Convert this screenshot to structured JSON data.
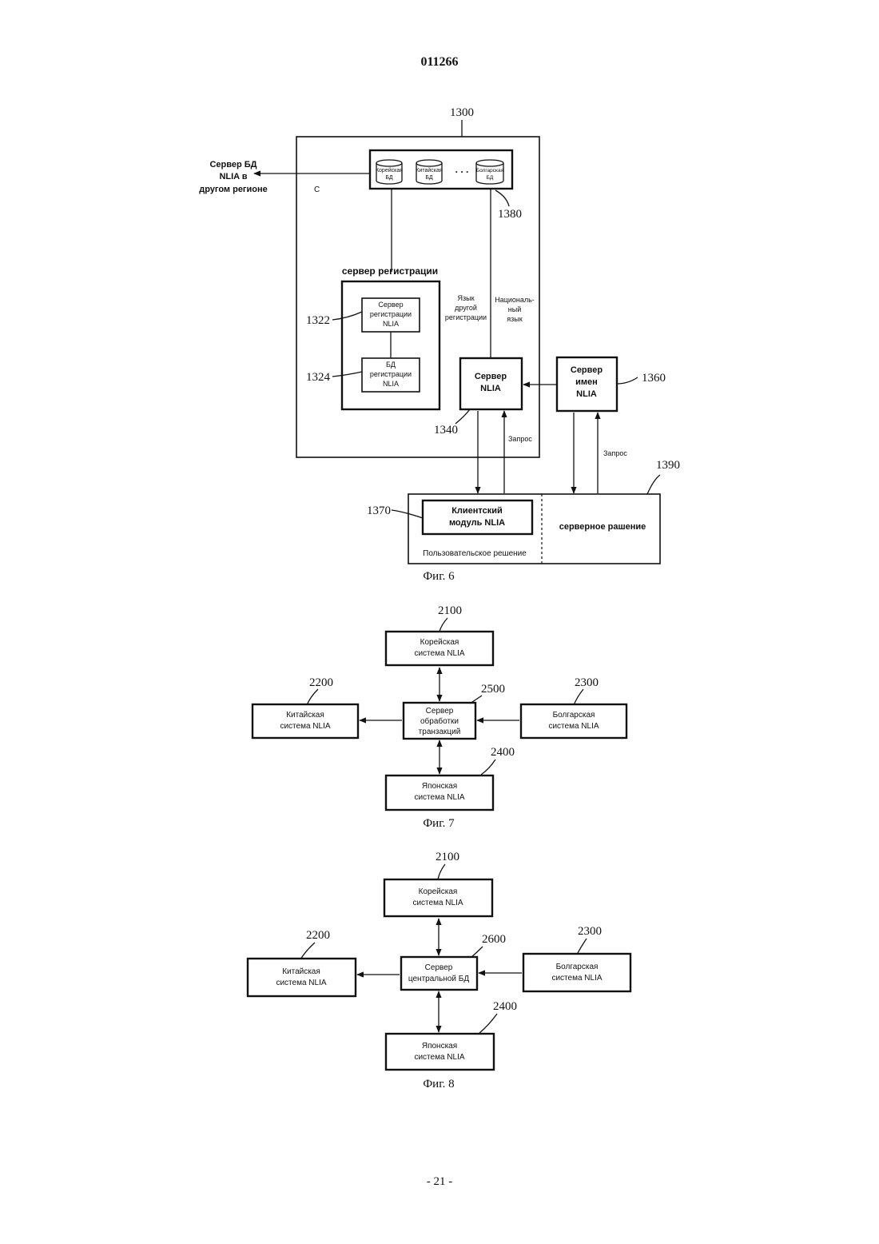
{
  "header": {
    "doc_number": "011266"
  },
  "footer": {
    "page_number": "- 21 -"
  },
  "fig6": {
    "caption": "Фиг. 6",
    "ref_1300": "1300",
    "ref_1322": "1322",
    "ref_1324": "1324",
    "ref_1340": "1340",
    "ref_1360": "1360",
    "ref_1370": "1370",
    "ref_1380": "1380",
    "ref_1390": "1390",
    "external_server": [
      "Сервер БД",
      "NLIA в",
      "другом регионе"
    ],
    "c_mark": "C",
    "db_korean": [
      "Корейская",
      "БД"
    ],
    "db_chinese": [
      "Китайская",
      "БД"
    ],
    "db_ellipsis": ". . .",
    "db_bulgarian": [
      "Болгарская",
      "БД"
    ],
    "reg_server_title": "сервер регистрации",
    "reg_server_nlia": [
      "Сервер",
      "регистрации",
      "NLIA"
    ],
    "reg_db_nlia": [
      "БД",
      "регистрации",
      "NLIA"
    ],
    "lang_other": [
      "Язык",
      "другой",
      "регистрации"
    ],
    "lang_national": [
      "Националь-",
      "ный",
      "язык"
    ],
    "nlia_server": [
      "Сервер",
      "NLIA"
    ],
    "name_server": [
      "Сервер",
      "имен",
      "NLIA"
    ],
    "request_1": "Запрос",
    "request_2": "Запрос",
    "client_module": [
      "Клиентский",
      "модуль NLIA"
    ],
    "user_solution": "Пользовательское решение",
    "server_solution": "серверное рашение"
  },
  "fig7": {
    "caption": "Фиг. 7",
    "ref_2100": "2100",
    "ref_2200": "2200",
    "ref_2300": "2300",
    "ref_2400": "2400",
    "ref_2500": "2500",
    "korean": [
      "Корейская",
      "система NLIA"
    ],
    "chinese": [
      "Китайская",
      "система NLIA"
    ],
    "bulgarian": [
      "Болгарская",
      "система NLIA"
    ],
    "japanese": [
      "Японская",
      "система NLIA"
    ],
    "center": [
      "Сервер",
      "обработки",
      "транзакций"
    ]
  },
  "fig8": {
    "caption": "Фиг. 8",
    "ref_2100": "2100",
    "ref_2200": "2200",
    "ref_2300": "2300",
    "ref_2400": "2400",
    "ref_2600": "2600",
    "korean": [
      "Корейская",
      "система NLIA"
    ],
    "chinese": [
      "Китайская",
      "система NLIA"
    ],
    "bulgarian": [
      "Болгарская",
      "система NLIA"
    ],
    "japanese": [
      "Японская",
      "система NLIA"
    ],
    "center": [
      "Сервер",
      "центральной БД"
    ]
  }
}
